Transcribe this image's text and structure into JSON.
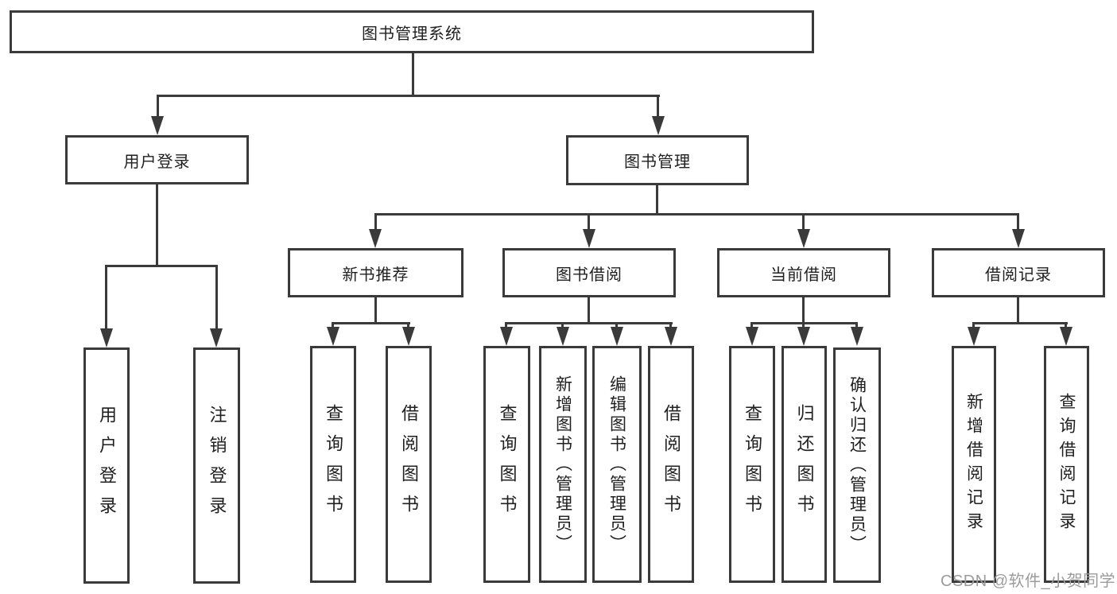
{
  "diagram_title": "图书管理系统",
  "watermark": "CSDN @软件_小贺同学",
  "colors": {
    "line": "#3a3a3a",
    "text": "#1f1f1f",
    "background": "#ffffff",
    "watermark": "#9c9c9c"
  },
  "tree": {
    "label": "图书管理系统",
    "children": [
      {
        "label": "用户登录",
        "children": [
          {
            "label": "用户登录"
          },
          {
            "label": "注销登录"
          }
        ]
      },
      {
        "label": "图书管理",
        "children": [
          {
            "label": "新书推荐",
            "children": [
              {
                "label": "查询图书"
              },
              {
                "label": "借阅图书"
              }
            ]
          },
          {
            "label": "图书借阅",
            "children": [
              {
                "label": "查询图书"
              },
              {
                "label": "新增图书（管理员）"
              },
              {
                "label": "编辑图书（管理员）"
              },
              {
                "label": "借阅图书"
              }
            ]
          },
          {
            "label": "当前借阅",
            "children": [
              {
                "label": "查询图书"
              },
              {
                "label": "归还图书"
              },
              {
                "label": "确认归还（管理员）"
              }
            ]
          },
          {
            "label": "借阅记录",
            "children": [
              {
                "label": "新增借阅记录"
              },
              {
                "label": "查询借阅记录"
              }
            ]
          }
        ]
      }
    ]
  }
}
